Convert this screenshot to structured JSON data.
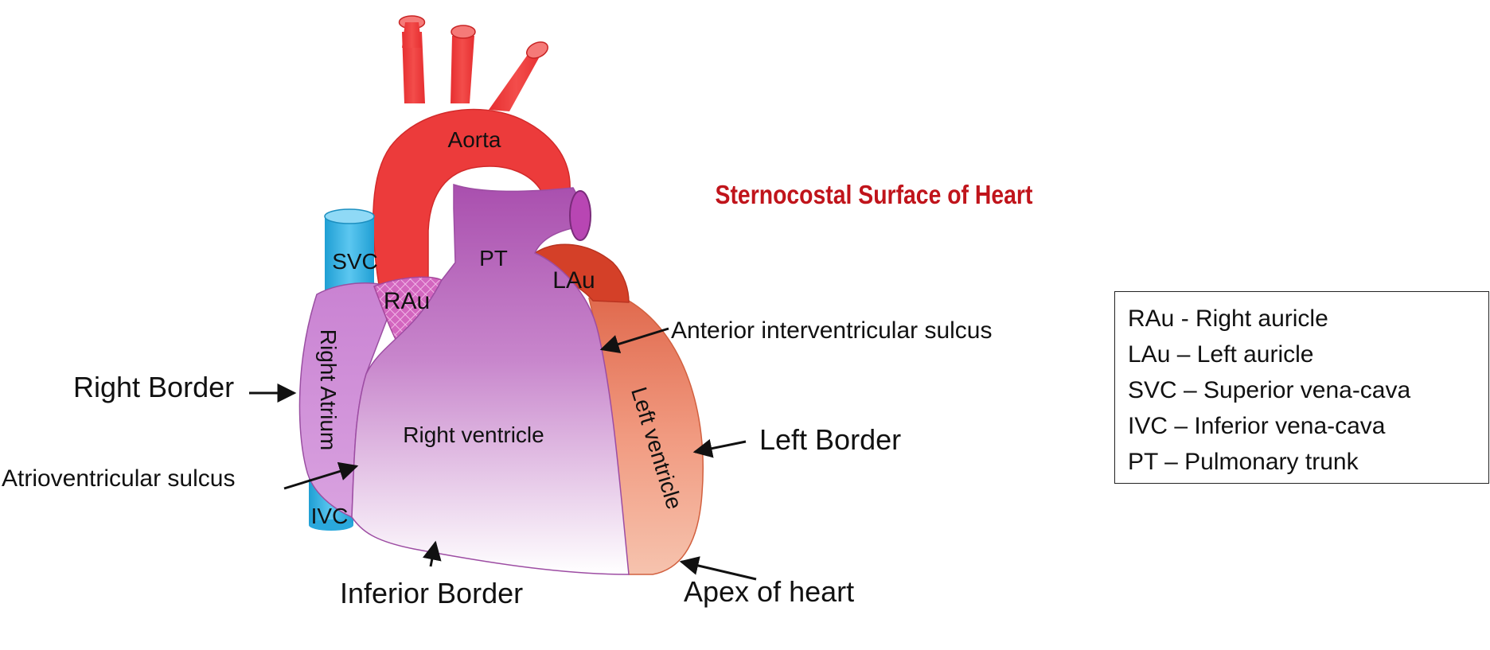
{
  "title": "Sternocostal Surface of Heart",
  "colors": {
    "title": "#c0141b",
    "aorta": "#ec3b3b",
    "vena_cava": "#32b3e6",
    "pulmonary_trunk": "#b158ad",
    "right_atrium": "#d08ad8",
    "left_ventricle": "#ef9a80",
    "left_auricle": "#d44028"
  },
  "structure_labels": {
    "aorta": "Aorta",
    "svc": "SVC",
    "pt": "PT",
    "lau": "LAu",
    "rau": "RAu",
    "right_atrium": "Right Atrium",
    "right_ventricle": "Right ventricle",
    "left_ventricle": "Left ventricle",
    "ivc": "IVC"
  },
  "callouts": {
    "right_border": "Right Border",
    "atrioventricular_sulcus": "Atrioventricular sulcus",
    "anterior_interventricular_sulcus": "Anterior interventricular sulcus",
    "left_border": "Left Border",
    "inferior_border": "Inferior Border",
    "apex": "Apex of heart"
  },
  "legend": [
    "RAu - Right auricle",
    "LAu – Left auricle",
    "SVC – Superior vena-cava",
    "IVC – Inferior vena-cava",
    "PT – Pulmonary trunk"
  ]
}
